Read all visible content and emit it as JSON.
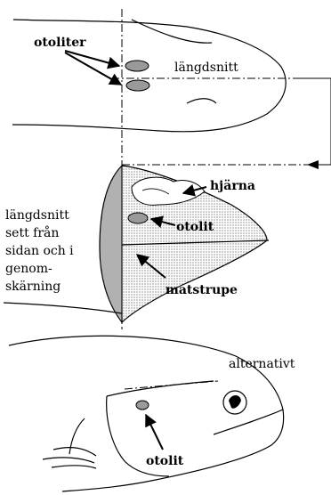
{
  "labels": {
    "otoliter": "otoliter",
    "langdsnitt": "längdsnitt",
    "hjarna": "hjärna",
    "otolit_mid": "otolit",
    "matstrupe": "matstrupe",
    "side_note": [
      "längdsnitt",
      "sett från",
      "sidan och i",
      "genom-",
      "skärning"
    ],
    "alternativt": "alternativt",
    "otolit_bottom": "otolit"
  },
  "colors": {
    "line": "#000000",
    "otolith_fill": "#9a9a9a",
    "section_fill": "#d9d9d9"
  }
}
